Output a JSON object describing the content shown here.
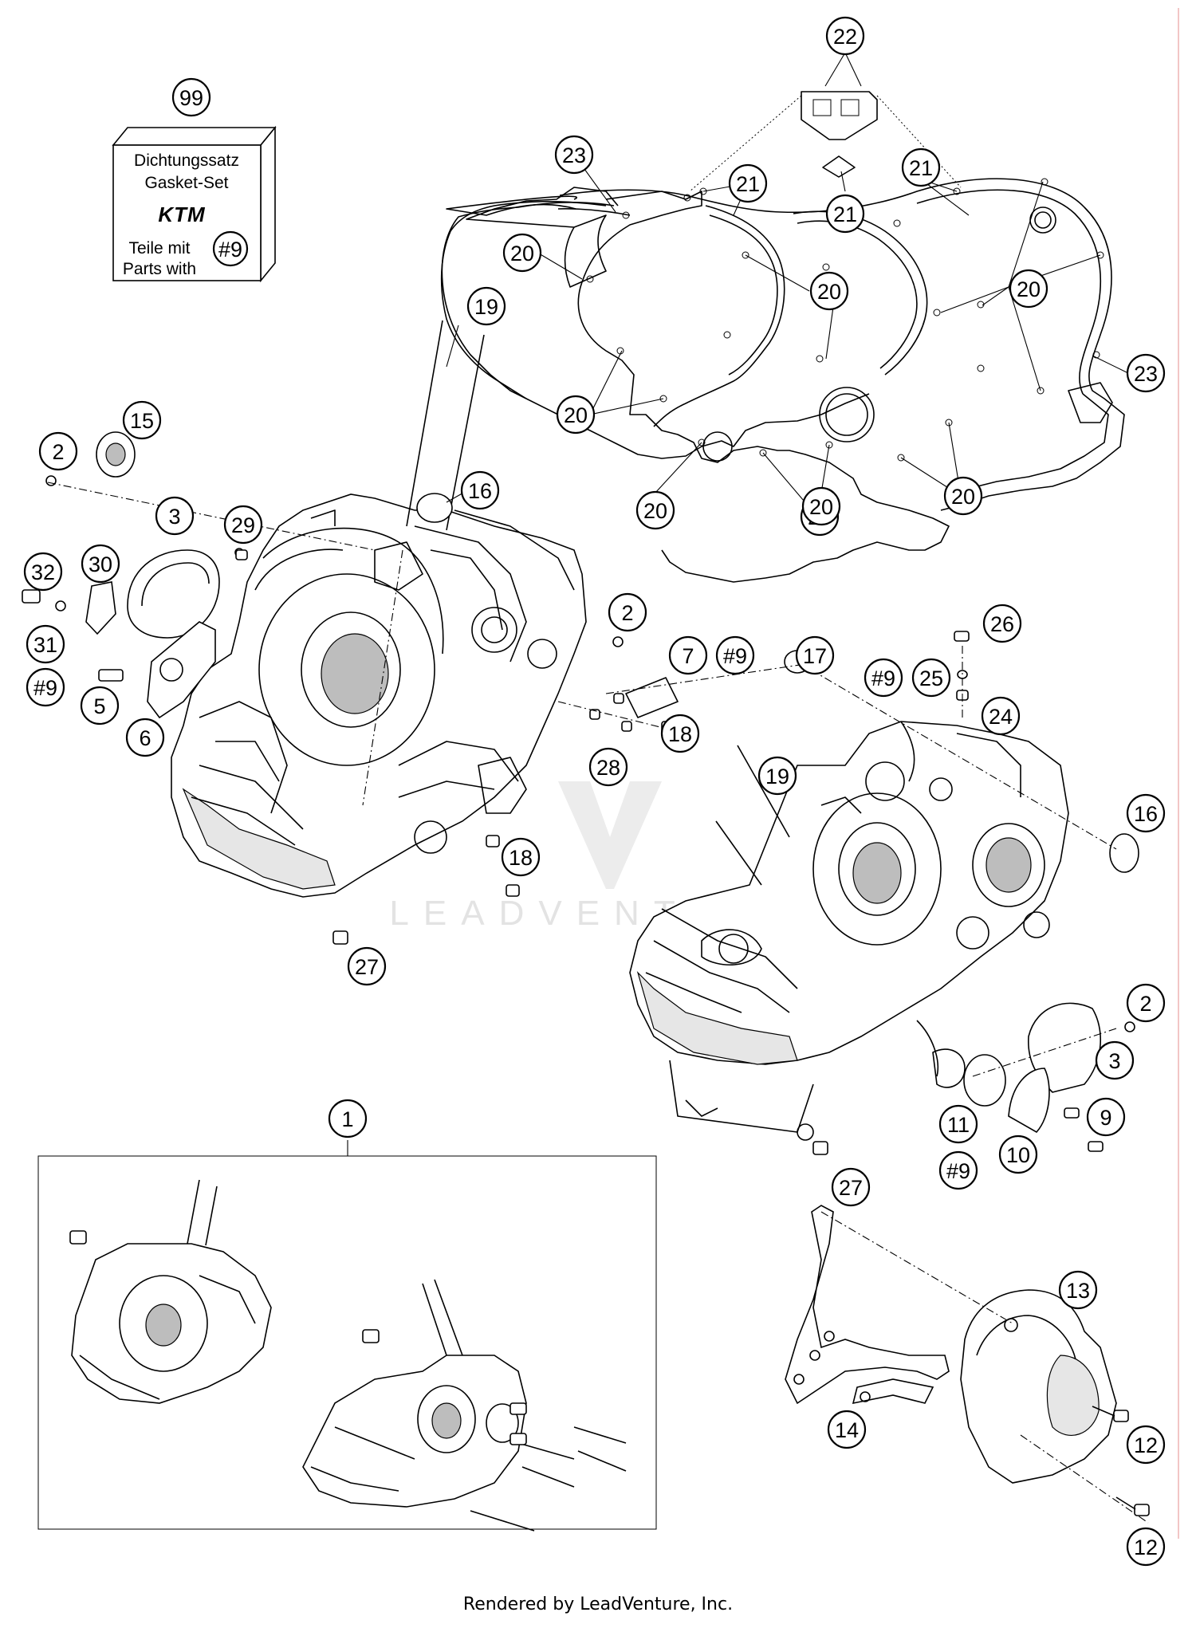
{
  "kit_box": {
    "number": "99",
    "line1": "Dichtungssatz",
    "line2": "Gasket-Set",
    "logo": "KTM",
    "line3": "Teile mit",
    "line4": "Parts with",
    "ref": "#9"
  },
  "watermark": "LEADVENTURE",
  "footer": "Rendered by LeadVenture, Inc.",
  "callouts": [
    {
      "label": "22"
    },
    {
      "label": "21"
    },
    {
      "label": "21"
    },
    {
      "label": "21"
    },
    {
      "label": "23"
    },
    {
      "label": "23"
    },
    {
      "label": "20"
    },
    {
      "label": "20"
    },
    {
      "label": "20"
    },
    {
      "label": "20"
    },
    {
      "label": "20"
    },
    {
      "label": "20"
    },
    {
      "label": "20"
    },
    {
      "label": "20"
    },
    {
      "label": "19"
    },
    {
      "label": "19"
    },
    {
      "label": "15"
    },
    {
      "label": "16"
    },
    {
      "label": "16"
    },
    {
      "label": "2"
    },
    {
      "label": "2"
    },
    {
      "label": "2"
    },
    {
      "label": "3"
    },
    {
      "label": "3"
    },
    {
      "label": "29"
    },
    {
      "label": "32"
    },
    {
      "label": "30"
    },
    {
      "label": "31"
    },
    {
      "label": "#9"
    },
    {
      "label": "5"
    },
    {
      "label": "6"
    },
    {
      "label": "7"
    },
    {
      "label": "#9"
    },
    {
      "label": "17"
    },
    {
      "label": "#9"
    },
    {
      "label": "25"
    },
    {
      "label": "26"
    },
    {
      "label": "24"
    },
    {
      "label": "18"
    },
    {
      "label": "18"
    },
    {
      "label": "28"
    },
    {
      "label": "27"
    },
    {
      "label": "27"
    },
    {
      "label": "9"
    },
    {
      "label": "10"
    },
    {
      "label": "11"
    },
    {
      "label": "#9"
    },
    {
      "label": "1"
    },
    {
      "label": "13"
    },
    {
      "label": "14"
    },
    {
      "label": "12"
    },
    {
      "label": "12"
    }
  ]
}
